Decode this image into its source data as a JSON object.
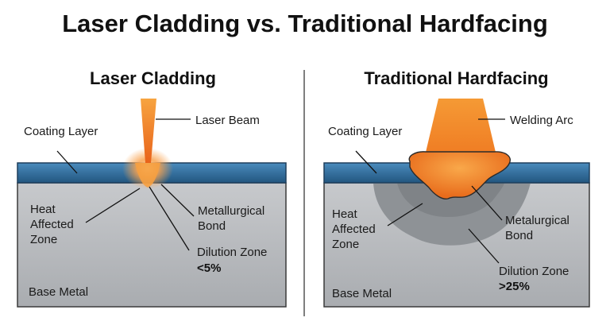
{
  "title": "Laser Cladding vs. Traditional Hardfacing",
  "left": {
    "title": "Laser Cladding",
    "coating_layer": "Coating Layer",
    "laser_beam": "Laser Beam",
    "haz": [
      "Heat",
      "Affected",
      "Zone"
    ],
    "bond": [
      "Metallurgical",
      "Bond"
    ],
    "dilution_zone": "Dilution Zone",
    "dilution_value": "<5%",
    "base_metal": "Base Metal"
  },
  "right": {
    "title": "Traditional Hardfacing",
    "coating_layer": "Coating Layer",
    "welding_arc": "Welding Arc",
    "haz": [
      "Heat",
      "Affected",
      "Zone"
    ],
    "bond": [
      "Metalurgical",
      "Bond"
    ],
    "dilution_zone": "Dilution Zone",
    "dilution_value": ">25%",
    "base_metal": "Base Metal"
  },
  "colors": {
    "coating": "#2f6e9e",
    "base_metal": "#b9bcc0",
    "haz": "#8f9397",
    "molten": "#f08a25",
    "beam": "#f58220"
  }
}
